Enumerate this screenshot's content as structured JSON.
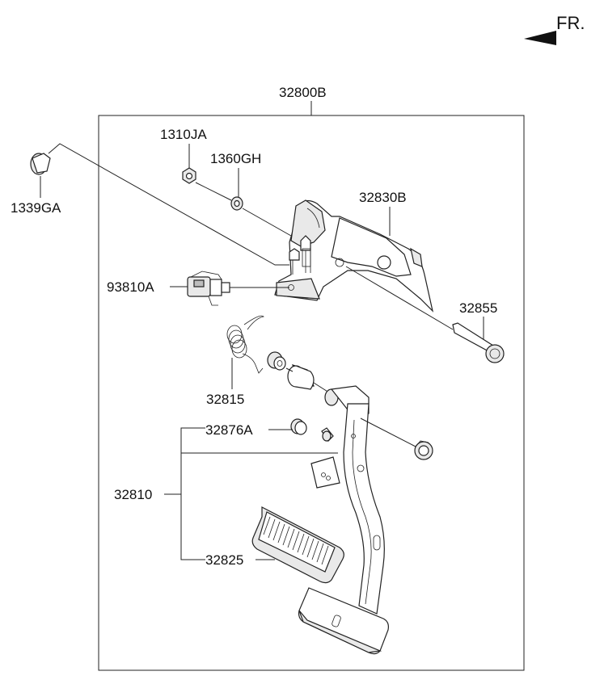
{
  "direction_indicator": {
    "label": "FR."
  },
  "assembly": {
    "label": "32800B"
  },
  "parts": [
    {
      "id": "1310JA"
    },
    {
      "id": "1360GH"
    },
    {
      "id": "1339GA"
    },
    {
      "id": "32830B"
    },
    {
      "id": "93810A"
    },
    {
      "id": "32855"
    },
    {
      "id": "32815"
    },
    {
      "id": "32876A"
    },
    {
      "id": "32810"
    },
    {
      "id": "32825"
    }
  ]
}
